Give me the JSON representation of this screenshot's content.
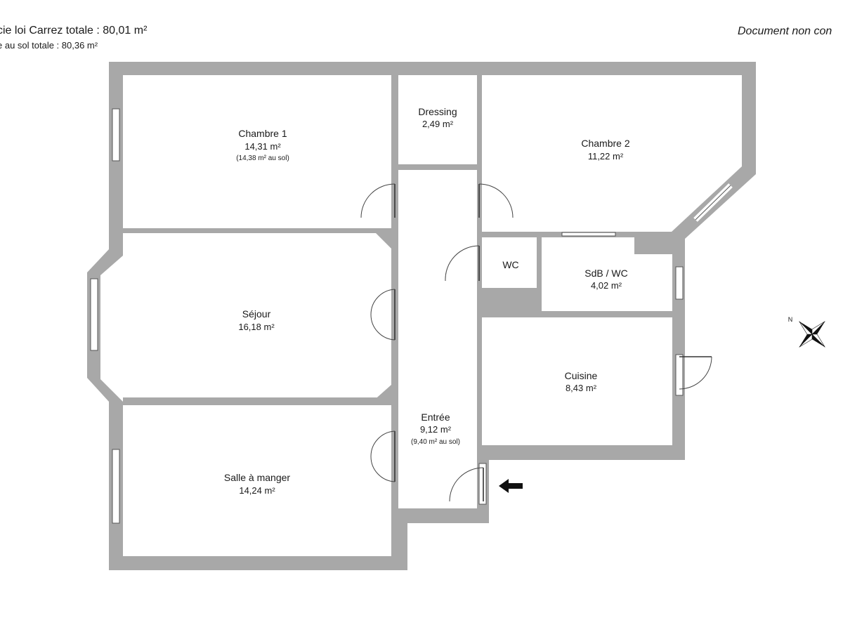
{
  "header": {
    "carrez_total": "cie loi Carrez totale :  80,01 m²",
    "floor_total": "e au sol totale :  80,36 m²",
    "disclaimer": "Document non con"
  },
  "rooms": {
    "chambre1": {
      "name": "Chambre 1",
      "area": "14,31 m²",
      "floor": "(14,38 m² au sol)"
    },
    "dressing": {
      "name": "Dressing",
      "area": "2,49 m²"
    },
    "chambre2": {
      "name": "Chambre 2",
      "area": "11,22 m²"
    },
    "wc": {
      "name": "WC"
    },
    "sdb": {
      "name": "SdB / WC",
      "area": "4,02 m²"
    },
    "sejour": {
      "name": "Séjour",
      "area": "16,18 m²"
    },
    "cuisine": {
      "name": "Cuisine",
      "area": "8,43 m²"
    },
    "entree": {
      "name": "Entrée",
      "area": "9,12 m²",
      "floor": "(9,40 m² au sol)"
    },
    "salle_a_manger": {
      "name": "Salle à manger",
      "area": "14,24 m²"
    }
  },
  "compass": {
    "north_label": "N",
    "icon": "compass-rose-icon"
  },
  "entrance": {
    "icon": "entrance-arrow-icon"
  },
  "colors": {
    "wall": "#a8a8a8",
    "room": "#ffffff",
    "text": "#1a1a1a"
  }
}
